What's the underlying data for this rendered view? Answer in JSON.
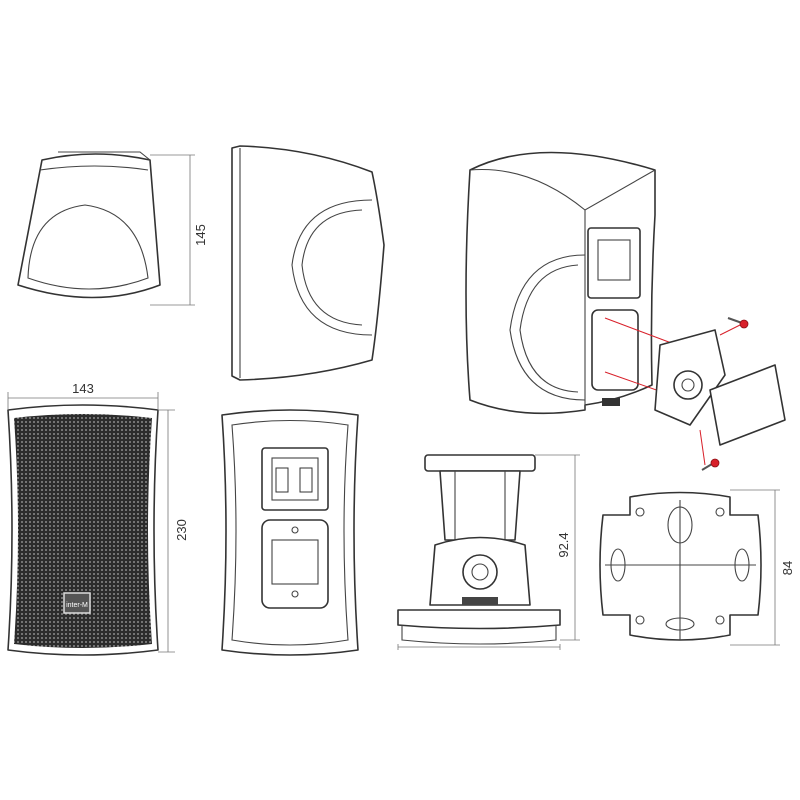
{
  "dimensions": {
    "top_view_depth": "145",
    "front_width": "143",
    "front_height": "230",
    "bracket_height": "92.4",
    "bracket_plate_height": "84"
  },
  "logo": "inter-M",
  "colors": {
    "line": "#333333",
    "screw": "#d8202a",
    "grille": "#3a3a3a"
  }
}
